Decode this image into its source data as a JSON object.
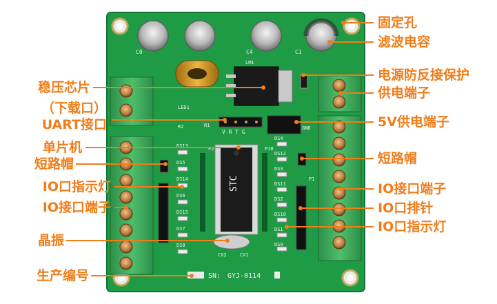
{
  "colors": {
    "label": "#f07d1a",
    "pcb": "#1f9a45",
    "terminal": "#3aa85a",
    "silk": "#f2f2f2"
  },
  "labels_left": {
    "regulator": "稳压芯片",
    "uart_line1": "（下载口）",
    "uart_line2": "UART接口",
    "mcu": "单片机",
    "jumper": "短路帽",
    "io_led": "IO口指示灯",
    "io_terminal": "IO接口端子",
    "crystal": "晶振",
    "serial": "生产编号"
  },
  "labels_right": {
    "mount_hole": "固定孔",
    "filter_cap": "滤波电容",
    "reverse_protect": "电源防反接保护",
    "power_terminal": "供电端子",
    "power_5v": "5V供电端子",
    "jumper": "短路帽",
    "io_terminal": "IO接口端子",
    "io_header": "IO口排针",
    "io_led": "IO口指示灯"
  },
  "silkscreen": {
    "sn_label": "SN:",
    "sn_value": "GYJ-0114",
    "uart_pins": "V R T G",
    "chip_mark": "STC",
    "cap_c0": "C0",
    "cap_c4": "C4",
    "cap_c1": "C1",
    "lm1": "LM1",
    "led1": "LED1",
    "r2": "R2",
    "r1": "R1",
    "x2": "CX2",
    "x1": "CX1",
    "gnd": "GND",
    "p1": "P1",
    "p2": "P2",
    "p10": "P10",
    "ds_left": [
      "DS13",
      "DS5",
      "DS14",
      "DS6",
      "DS15",
      "DS7",
      "DS8"
    ],
    "ds_right": [
      "DS4",
      "DS12",
      "DS3",
      "DS11",
      "DS2",
      "DS10",
      "DS1",
      "DS9"
    ]
  }
}
